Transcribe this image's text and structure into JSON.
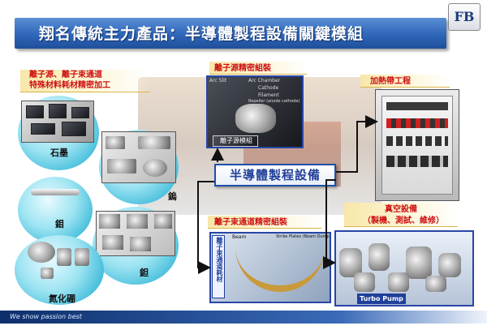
{
  "title": "翔名傳統主力產品：半導體製程設備關鍵模組",
  "logo_text": "FB",
  "footer_text": "We show passion best",
  "center_label": "半導體製程設備",
  "left_header": {
    "line1": "離子源、離子束通道",
    "line2": "特殊材料耗材精密加工"
  },
  "materials": [
    {
      "label": "石墨"
    },
    {
      "label": "鎢"
    },
    {
      "label": "鉬"
    },
    {
      "label": "鉭"
    },
    {
      "label": "氮化硼"
    }
  ],
  "ion_source": {
    "header": "離子源精密組裝",
    "caption": "離子源模組",
    "photo_labels": [
      "Arc Slit",
      "Arc Chamber",
      "Cathode",
      "Filament",
      "Repeller (anode cathode)"
    ]
  },
  "heater": {
    "header": "加熱帶工程"
  },
  "beamline": {
    "header": "離子束通道精密組裝",
    "vertical_caption": "離子束通道耗材",
    "photo_labels": [
      "Beam",
      "Strike Plates (Beam Dumps)"
    ]
  },
  "vacuum": {
    "header": "真空設備",
    "subheader": "（製機、測試、維修）",
    "caption": "Turbo Pump"
  },
  "colors": {
    "title_bg": "#2f66b8",
    "red_text": "#cc1111",
    "circle": "#4fc2de",
    "ribbon": "#f7e7a8"
  }
}
